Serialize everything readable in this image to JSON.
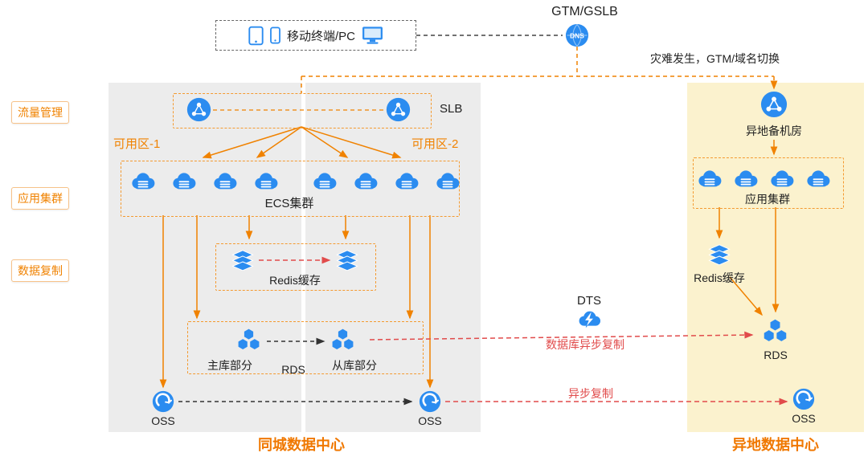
{
  "colors": {
    "orange": "#F08200",
    "red": "#E14B4B",
    "blue": "#2B8CF0",
    "panel_gray": "#ECECEC",
    "panel_yellow": "#FBF2CE"
  },
  "top": {
    "devices_label": "移动终端/PC",
    "gtm_label": "GTM/GSLB",
    "dns_text": "DNS",
    "disaster_note": "灾难发生，GTM/域名切换"
  },
  "side": {
    "traffic": "流量管理",
    "app": "应用集群",
    "data": "数据复制"
  },
  "primary": {
    "zone1": "可用区-1",
    "zone2": "可用区-2",
    "slb": "SLB",
    "ecs": "ECS集群",
    "redis": "Redis缓存",
    "db_primary": "主库部分",
    "rds": "RDS",
    "db_secondary": "从库部分",
    "oss_left": "OSS",
    "oss_right": "OSS",
    "title": "同城数据中心"
  },
  "remote": {
    "backup_room": "异地备机房",
    "app_cluster": "应用集群",
    "redis": "Redis缓存",
    "rds": "RDS",
    "oss": "OSS",
    "title": "异地数据中心"
  },
  "flows": {
    "dts": "DTS",
    "db_async": "数据库异步复制",
    "oss_async": "异步复制"
  }
}
